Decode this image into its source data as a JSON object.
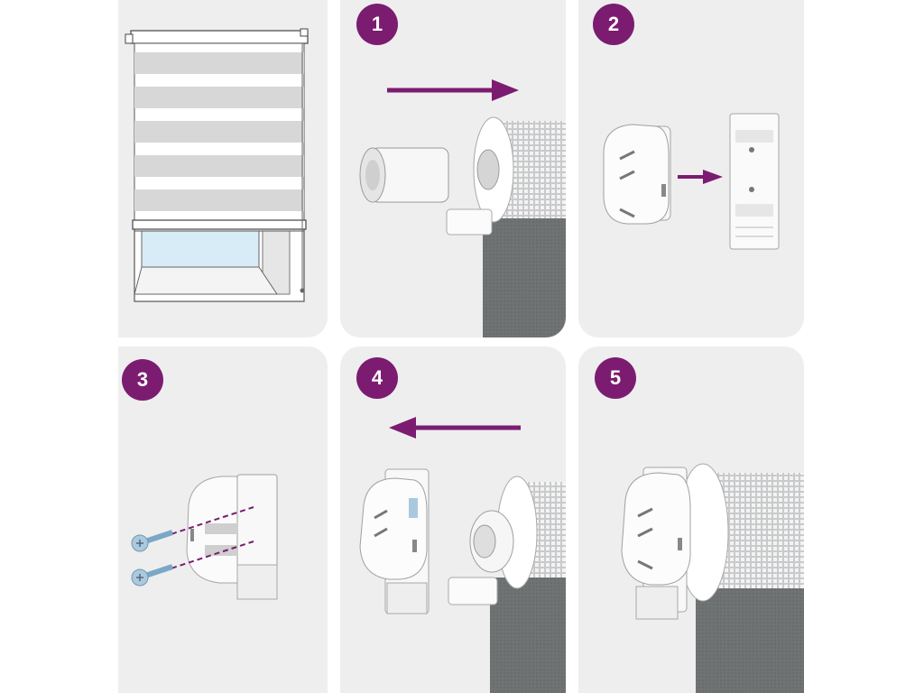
{
  "steps": [
    {
      "number": "1",
      "icon": "arrow-right-icon"
    },
    {
      "number": "2",
      "icon": "arrow-right-icon"
    },
    {
      "number": "3",
      "icon": "screws-icon"
    },
    {
      "number": "4",
      "icon": "arrow-left-icon"
    },
    {
      "number": "5",
      "icon": "assembled-bracket-icon"
    }
  ],
  "colors": {
    "accent": "#7b1c71",
    "panel_background": "#eeeeef",
    "fabric": "#6f7374",
    "bracket": "#fafafa",
    "screw": "#a9c9df"
  }
}
